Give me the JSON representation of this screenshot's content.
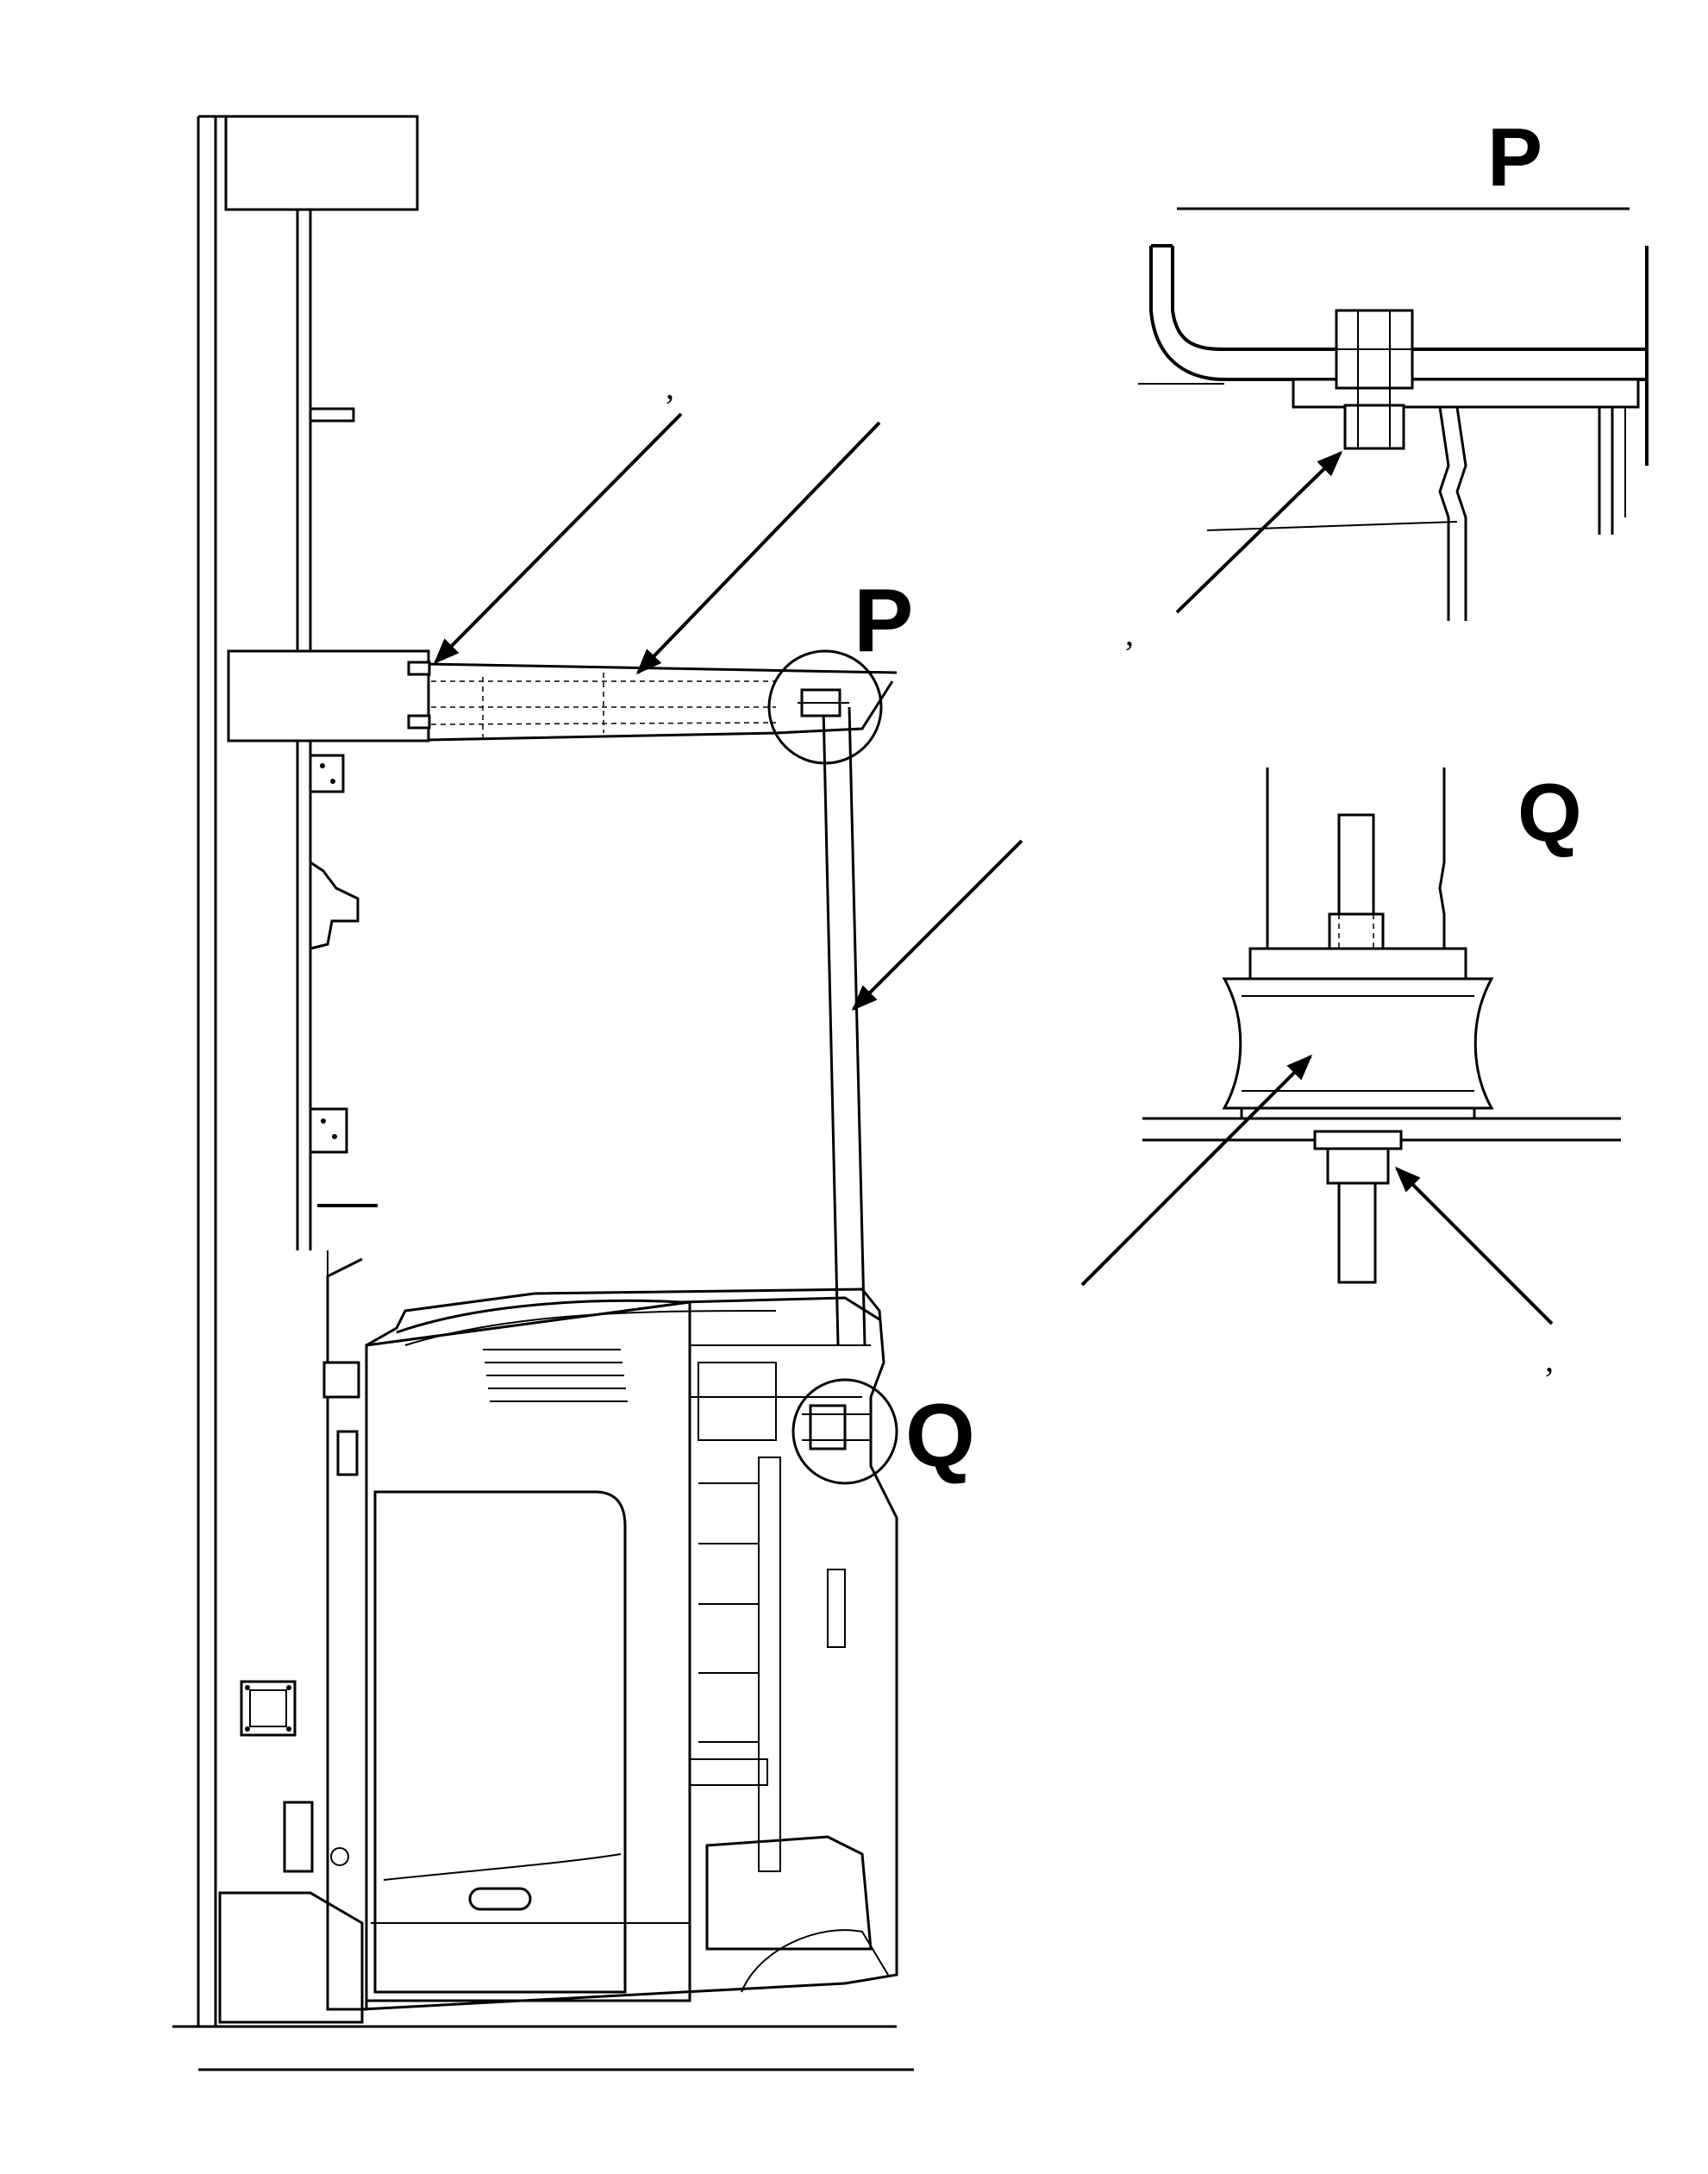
{
  "labels": {
    "callout_p": "P",
    "callout_q": "Q",
    "detail_p_title": "P",
    "detail_q_title": "Q"
  },
  "marks": {
    "m1": ",",
    "m2": ",",
    "m3": ","
  }
}
